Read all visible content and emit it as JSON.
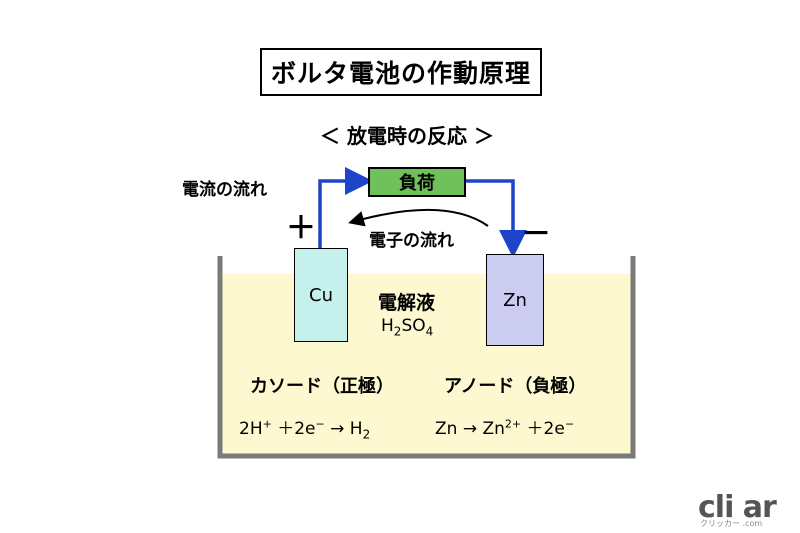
{
  "title": "ボルタ電池の作動原理",
  "subtitle": "＜ 放電時の反応 ＞",
  "load": "負荷",
  "current_flow": "電流の流れ",
  "electron_flow": "電子の流れ",
  "plus_sign": "＋",
  "minus_sign": "－",
  "cu_label": "Cu",
  "zn_label": "Zn",
  "electrolyte": {
    "name": "電解液",
    "formula_h": "H",
    "formula_h_sub": "2",
    "formula_so": "SO",
    "formula_o_sub": "4"
  },
  "cathode_label": "カソード（正極）",
  "anode_label": "アノード（負極）",
  "cathode_eq": {
    "lhs": "2H",
    "lhs_sup": "+",
    "mid": " ＋2e",
    "mid_sup": "−",
    "arrow": " → H",
    "rhs_sub": "2"
  },
  "anode_eq": {
    "lhs": "Zn",
    "arrow": "  → Zn",
    "rhs_sup": "2+",
    "mid": " ＋2e",
    "mid_sup": "−"
  },
  "watermark": {
    "logo": "cli   ar",
    "sub": "クリッカー                .com"
  },
  "colors": {
    "wire": "#1d44c9",
    "load": "#70c05b",
    "electrolyte": "#fdf8d0",
    "container": "#7a7a7a",
    "cu": "#c6f0ec",
    "zn": "#ccccf0"
  }
}
